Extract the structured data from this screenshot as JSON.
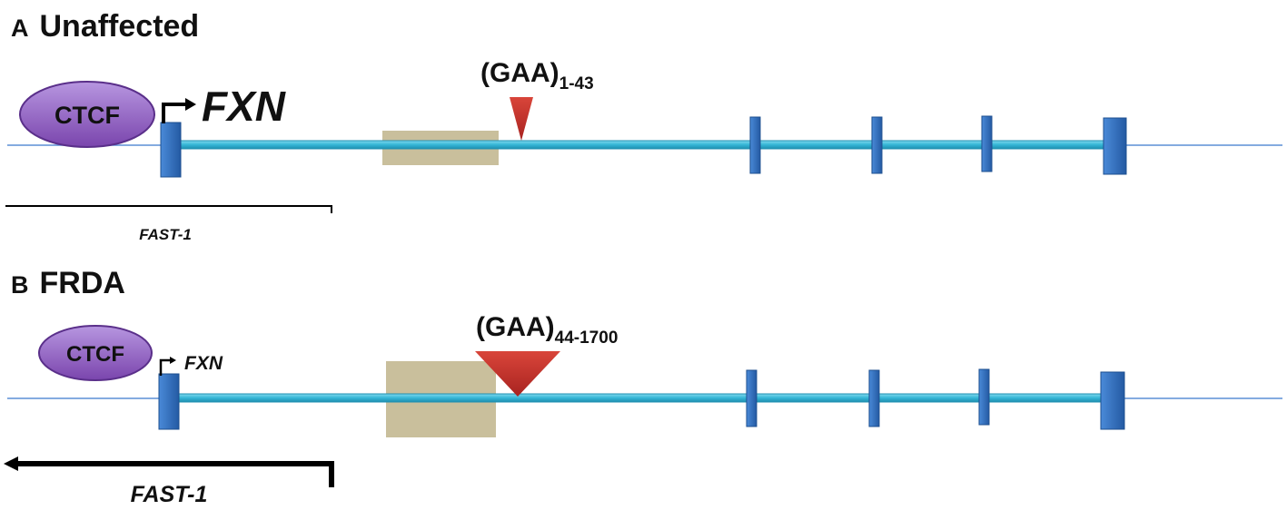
{
  "panels": [
    {
      "letter": "A",
      "title": "Unaffected",
      "protein": "CTCF",
      "gene": "FXN",
      "repeat": {
        "base": "(GAA)",
        "subscript": "1-43"
      },
      "antisense": "FAST-1"
    },
    {
      "letter": "B",
      "title": "FRDA",
      "protein": "CTCF",
      "gene": "FXN",
      "repeat": {
        "base": "(GAA)",
        "subscript": "44-1700"
      },
      "antisense": "FAST-1"
    }
  ],
  "colors": {
    "genomic_line": "#5b8fd6",
    "gene_body": "#35b6d6",
    "exon": "#2f6fbf",
    "ctcf_fill": "#8a5bbd",
    "region_box": "#c9bf9c",
    "repeat_triangle": "#c0302b",
    "arrow": "#000000"
  }
}
